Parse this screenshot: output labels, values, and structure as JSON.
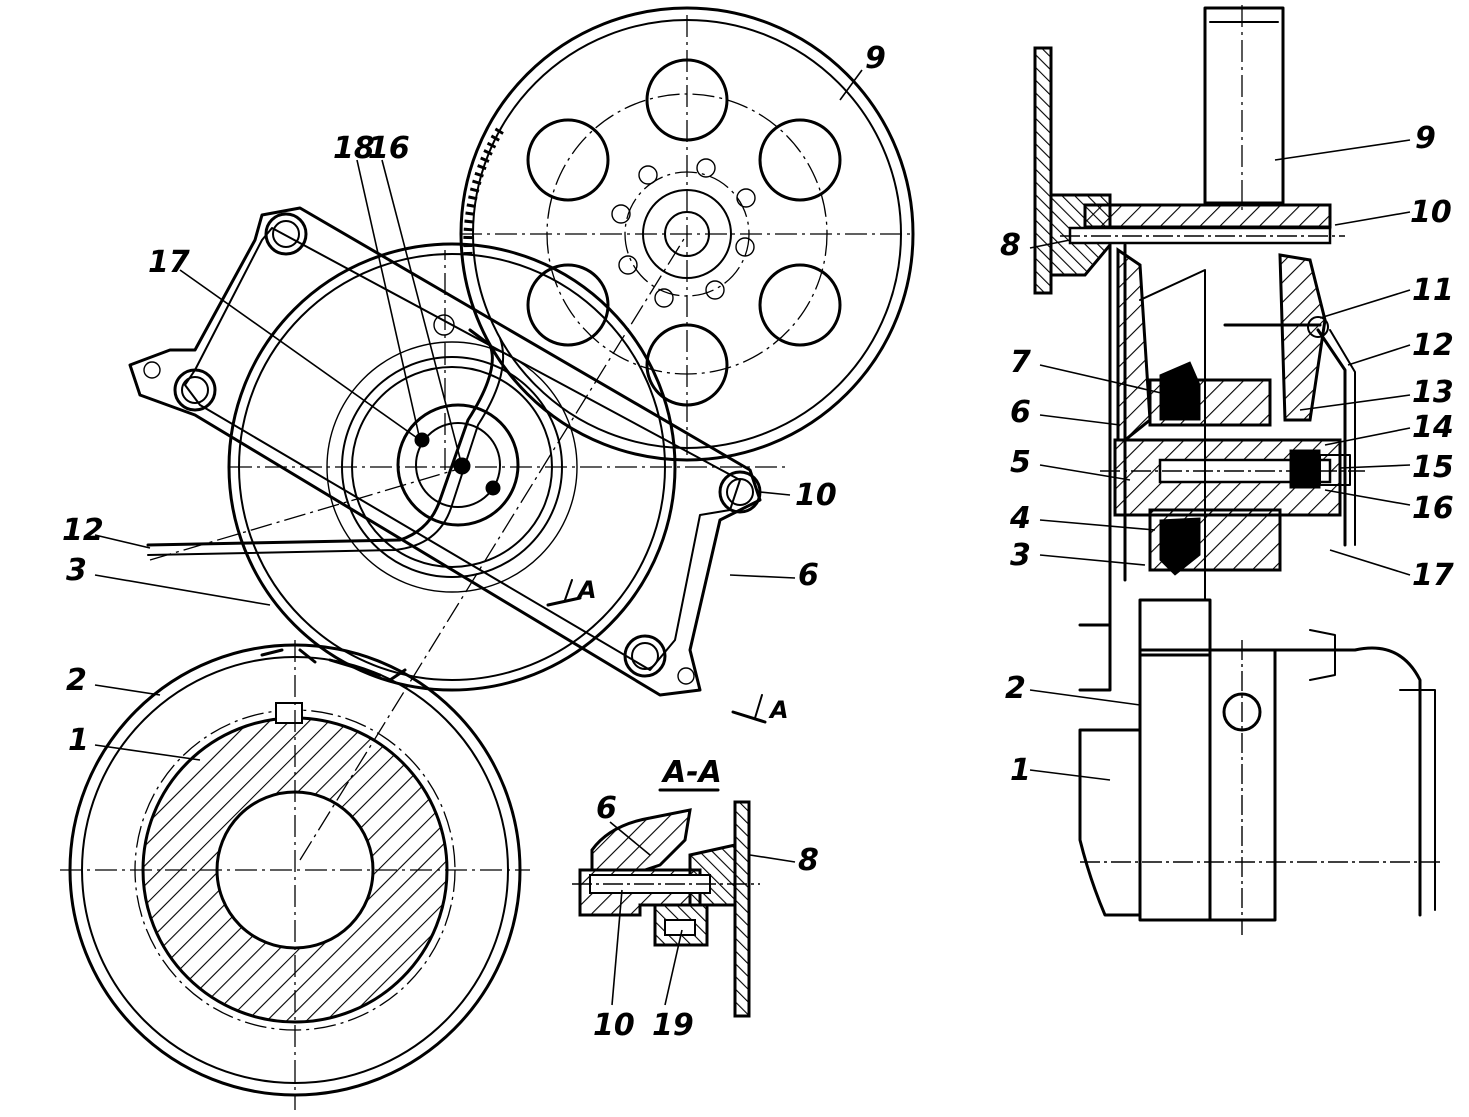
{
  "left_view": {
    "labels": [
      "1",
      "2",
      "3",
      "12",
      "17",
      "18",
      "16",
      "9",
      "10",
      "6"
    ],
    "section_marks": [
      "A",
      "A"
    ]
  },
  "section_view": {
    "title": "A-A",
    "labels": [
      "6",
      "8",
      "10",
      "19"
    ]
  },
  "right_view": {
    "labels": [
      "9",
      "10",
      "8",
      "11",
      "12",
      "7",
      "13",
      "6",
      "14",
      "5",
      "15",
      "16",
      "4",
      "3",
      "17",
      "2",
      "1"
    ]
  }
}
